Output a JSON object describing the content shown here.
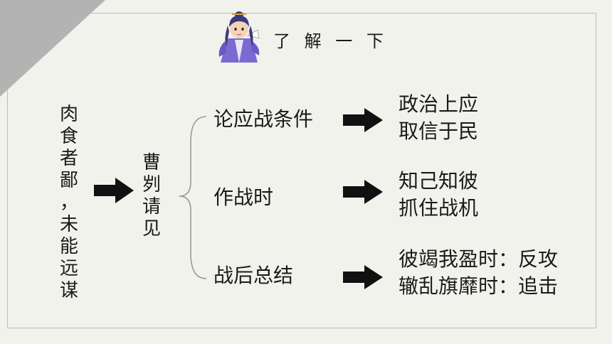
{
  "title": "了 解 一 下",
  "left_column": {
    "text": "肉食者鄙，未能远谋"
  },
  "center_column": {
    "text": "曹刿请见"
  },
  "branches": [
    {
      "label": "论应战条件",
      "result_lines": [
        "政治上应",
        "取信于民"
      ]
    },
    {
      "label": "作战时",
      "result_lines": [
        "知己知彼",
        "抓住战机"
      ]
    },
    {
      "label": "战后总结",
      "result_lines": [
        "彼竭我盈时：反攻",
        "辙乱旗靡时：追击"
      ]
    }
  ],
  "colors": {
    "background": "#f2f2ed",
    "corner": "#b3b3b3",
    "arrow": "#111111",
    "brace": "#9a9a90"
  },
  "icons": {
    "avatar": "scholar-character-icon",
    "arrow": "right-arrow-icon"
  }
}
